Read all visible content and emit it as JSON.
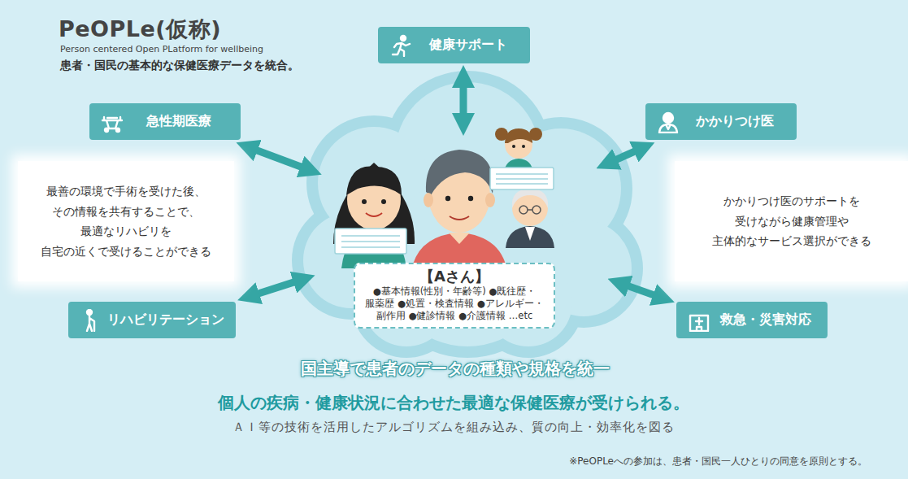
{
  "diagram": {
    "title": "PeOPLe(仮称)",
    "nodes": [
      {
        "text": [
          "健康サポート"
        ]
      },
      {
        "text": [
          "急性期医療"
        ]
      },
      {
        "text": [
          "かかりつけ医"
        ]
      },
      {
        "text": [
          "最善の環境で手術を受けた後、 その情報を共有することで、 最適なリハビリを 自宅の近くで受けることができる"
        ]
      },
      {
        "text": [
          "国主導で患者のデータの種類や規格を統一"
        ]
      },
      {
        "text": [
          "【Aさん】",
          "●基本情報(性別・年齢等) ●既往歴・服薬歴 ●処置・検査情報 ●アレルギー・副作用 ●健診情報 ●介護情報 …etc"
        ],
        "in": 4
      },
      {
        "text": [
          "かかりつけ医のサポートを 受けながら健康管理や 主体的なサービス選択ができる"
        ]
      },
      {
        "text": [
          "リハビリテーション"
        ]
      },
      {
        "text": [
          "救急・災害対応"
        ]
      }
    ],
    "edges": [
      {
        "from": 4,
        "to": 0,
        "arrow": "both"
      },
      {
        "from": 4,
        "to": 1,
        "arrow": "both"
      },
      {
        "from": 4,
        "to": 2,
        "arrow": "both"
      },
      {
        "from": 4,
        "to": 7,
        "arrow": "both"
      },
      {
        "from": 4,
        "to": 8,
        "arrow": "both"
      }
    ],
    "labels": [
      "Person centered Open PLatform for wellbeing",
      "患者・国民の基本的な保健医療データを統合。",
      "個人の疾病・健康状況に合わせた最適な保健医療が受けられる。",
      "ＡＩ等の技術を活用したアルゴリズムを組み込み、質の向上・効率化を図る",
      "※PeOPLeへの参加は、患者・国民一人ひとりの同意を原則とする。"
    ]
  }
}
